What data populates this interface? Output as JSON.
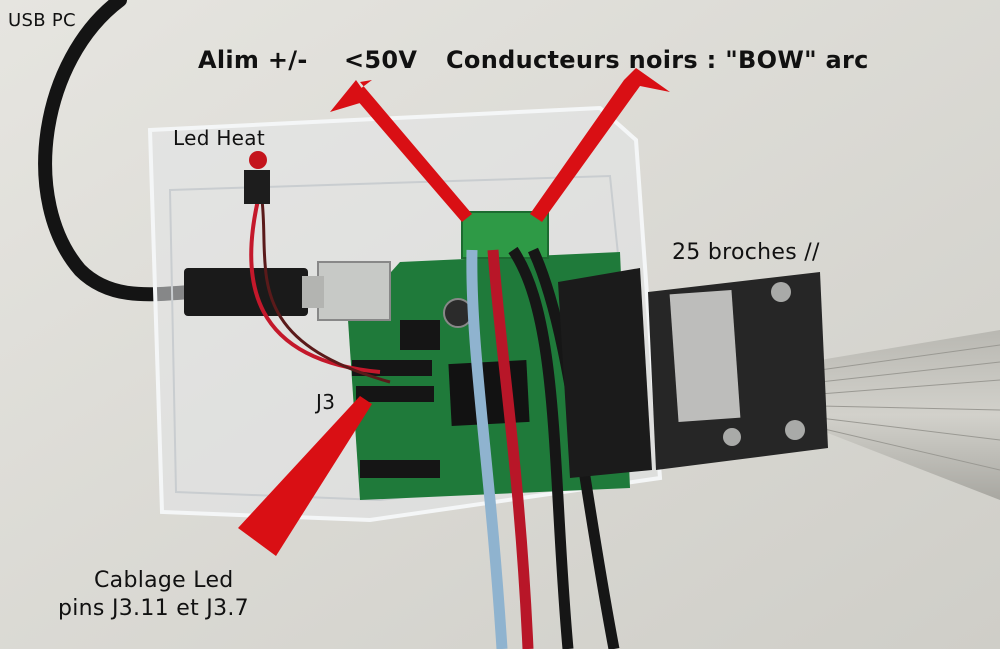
{
  "labels": {
    "usb_pc": "USB PC",
    "alim": "Alim +/-",
    "voltage": "<50V",
    "conducteurs": "Conducteurs noirs : \"BOW\" arc",
    "led_heat": "Led Heat",
    "broches": "25 broches //",
    "j3": "J3",
    "cablage_line1": "Cablage Led",
    "cablage_line2": "pins J3.11 et J3.7"
  },
  "colors": {
    "arrow": "#d90f14",
    "pcb": "#1f7a3a",
    "background": "#dcdbd6",
    "wire_blue": "#8fb3cf",
    "wire_red": "#b81628",
    "wire_black": "#161616"
  }
}
